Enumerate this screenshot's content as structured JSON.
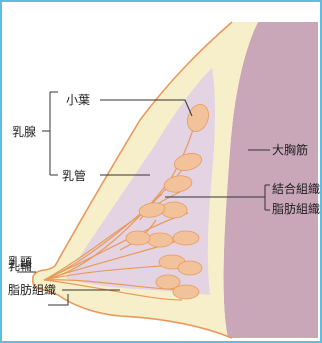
{
  "labels": {
    "lobule": "小葉",
    "mammary_gland": "乳腺",
    "duct": "乳管",
    "pectoral_muscle": "大胸筋",
    "connective_tissue": "結合組織",
    "fat_tissue_right": "脂肪組織",
    "nipple": "乳頭",
    "areola": "乳輪",
    "fat_tissue_bottom": "脂肪組織"
  },
  "colors": {
    "frame_border": "#5bbfe0",
    "muscle": "#c9a6b8",
    "fat": "#f7efc9",
    "gland_area": "#e3d3e3",
    "lobule": "#f2c29b",
    "duct_line": "#e89a5c",
    "skin_line": "#e89a5c",
    "leader_line": "#333333"
  }
}
